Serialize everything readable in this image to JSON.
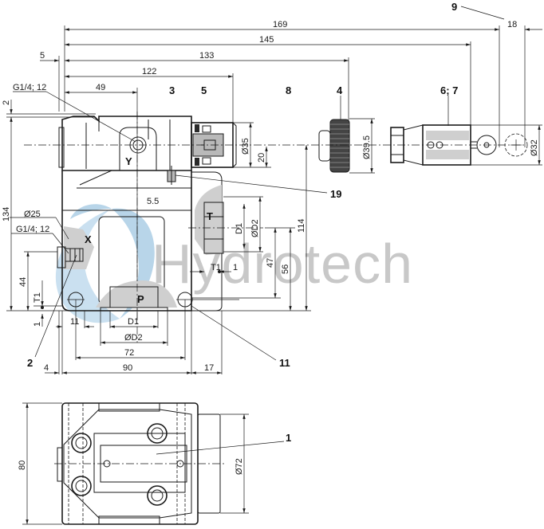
{
  "drawing": {
    "watermark": {
      "text": "Hydrotech",
      "text_color": "#9a9a9a",
      "logo_color": "#7fb4d8"
    },
    "item_labels": {
      "i1": "1",
      "i2": "2",
      "i3": "3",
      "i4": "4",
      "i5": "5",
      "i67": "6; 7",
      "i8": "8",
      "i9": "9",
      "i11": "11",
      "i19": "19"
    },
    "port_labels": {
      "Y": "Y",
      "X": "X",
      "T": "T",
      "P": "P"
    },
    "dimensions": {
      "d169": "169",
      "d18": "18",
      "d145": "145",
      "d133": "133",
      "d5": "5",
      "d122": "122",
      "d49": "49",
      "d2": "2",
      "d134": "134",
      "g14_top": "G1/4; 12",
      "d25": "Ø25",
      "g14_side": "G1/4; 12",
      "d44": "44",
      "t1_left": "T1",
      "d1_left": "1",
      "d55": "5.5",
      "d35": "Ø35",
      "d20": "20",
      "d395": "Ø39.5",
      "d32": "Ø32",
      "d1_t": "D1",
      "dd2_t": "ØD2",
      "d47": "47",
      "d56": "56",
      "d114": "114",
      "t1_right": "T1",
      "d1_right": "1",
      "d11": "11",
      "d1_p": "D1",
      "dd2_p": "ØD2",
      "d72": "72",
      "d4": "4",
      "d90": "90",
      "d17": "17",
      "d80": "80",
      "d72dia": "Ø72"
    }
  }
}
